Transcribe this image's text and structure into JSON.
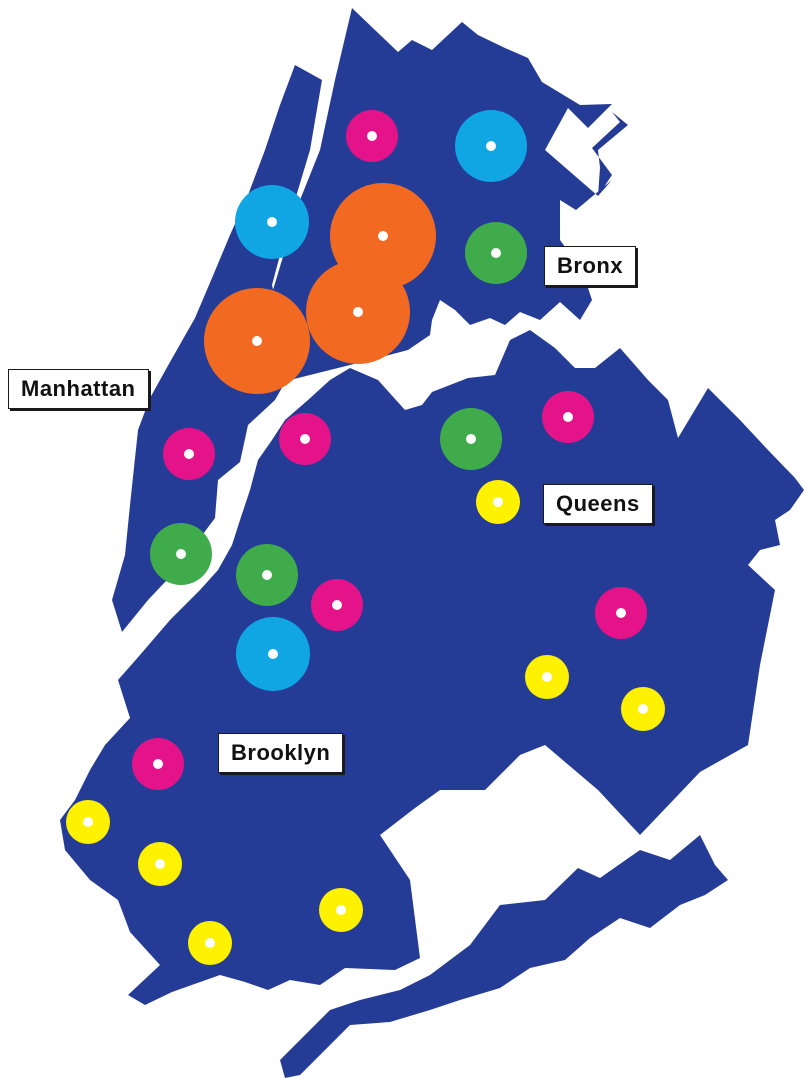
{
  "boroughs": {
    "manhattan": "Manhattan",
    "bronx": "Bronx",
    "queens": "Queens",
    "brooklyn": "Brooklyn"
  },
  "colors": {
    "land": "#253c96",
    "magenta": "#e5138a",
    "cyan": "#10a6e4",
    "green": "#40ab4b",
    "orange": "#f26a21",
    "yellow": "#fff200",
    "center": "#ffffff"
  }
}
